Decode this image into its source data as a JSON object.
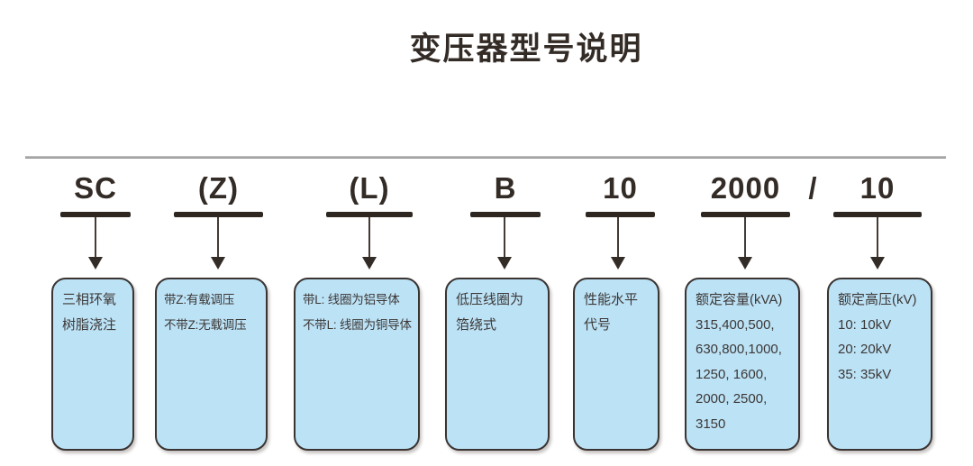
{
  "page": {
    "title": "变压器型号说明"
  },
  "colors": {
    "box_fill": "#bce2f6",
    "box_border": "#3a3432",
    "ink": "#332b26",
    "rule_gray": "#9a9a9a"
  },
  "model_code": {
    "separator": "/",
    "parts": [
      {
        "code": "SC",
        "meaning_lines": [
          "三相环氧",
          "树脂浇注"
        ]
      },
      {
        "code": "(Z)",
        "meaning_lines": [
          "带Z:有载调压",
          "不带Z:无载调压"
        ]
      },
      {
        "code": "(L)",
        "meaning_lines": [
          "带L: 线圈为铝导体",
          "不带L: 线圈为铜导体"
        ]
      },
      {
        "code": "B",
        "meaning_lines": [
          "低压线圈为",
          "箔绕式"
        ]
      },
      {
        "code": "10",
        "meaning_lines": [
          "性能水平",
          "代号"
        ]
      },
      {
        "code": "2000",
        "meaning_lines": [
          "额定容量(kVA)",
          "315,400,500,",
          "630,800,1000,",
          "1250, 1600,",
          "2000, 2500,",
          "3150"
        ]
      },
      {
        "code": "10",
        "meaning_lines": [
          "额定高压(kV)",
          "10: 10kV",
          "20: 20kV",
          "35: 35kV"
        ]
      }
    ]
  }
}
